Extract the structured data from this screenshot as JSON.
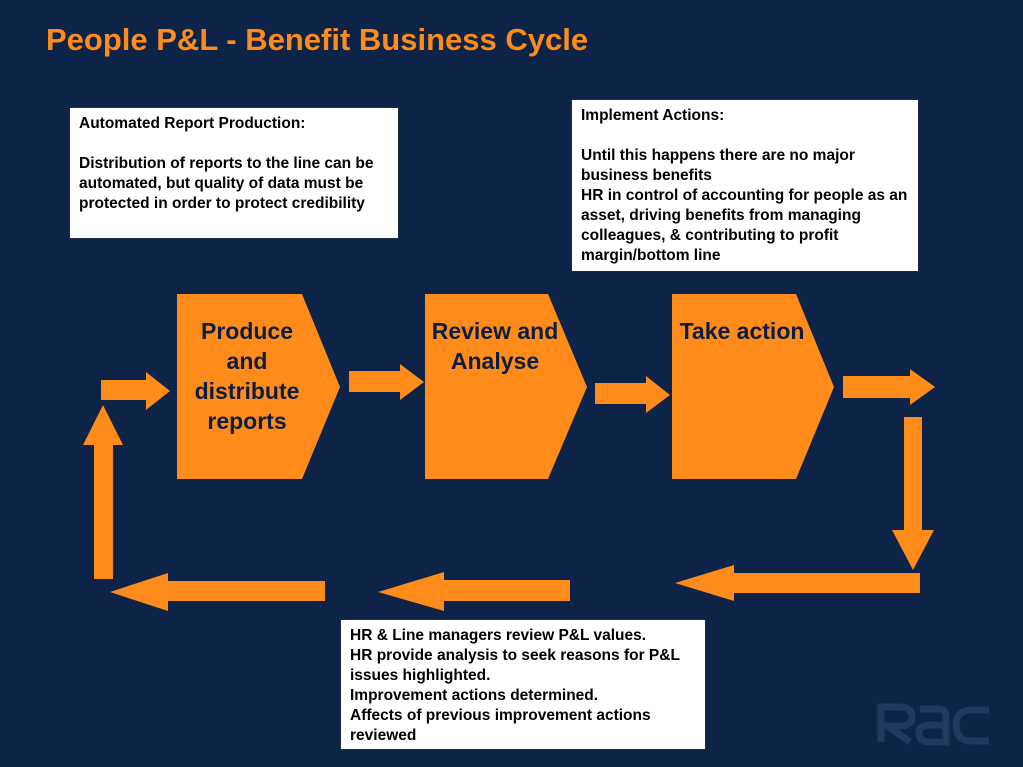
{
  "slide": {
    "title": "People P&L - Benefit Business Cycle",
    "colors": {
      "navy": "#0d2347",
      "orange": "#ff8c1a",
      "white": "#ffffff"
    }
  },
  "steps": [
    {
      "label": "Produce and distribute reports"
    },
    {
      "label": "Review and Analyse"
    },
    {
      "label": "Take action"
    }
  ],
  "notes": {
    "report": {
      "heading": "Automated Report Production:",
      "body": "Distribution of reports to the line can be automated, but quality of data must be protected in order to protect credibility"
    },
    "actions": {
      "heading": "Implement Actions:",
      "lines": [
        "Until this happens there are no major business benefits",
        "HR in control of accounting for people as an asset, driving benefits from managing colleagues, & contributing to profit margin/bottom line"
      ]
    },
    "review": {
      "lines": [
        "HR & Line managers review P&L values.",
        "HR provide analysis to seek reasons for P&L issues highlighted.",
        "Improvement actions determined.",
        "Affects of previous improvement actions reviewed"
      ]
    }
  },
  "logo": {
    "name": "rac-logo",
    "text": "RAC"
  }
}
